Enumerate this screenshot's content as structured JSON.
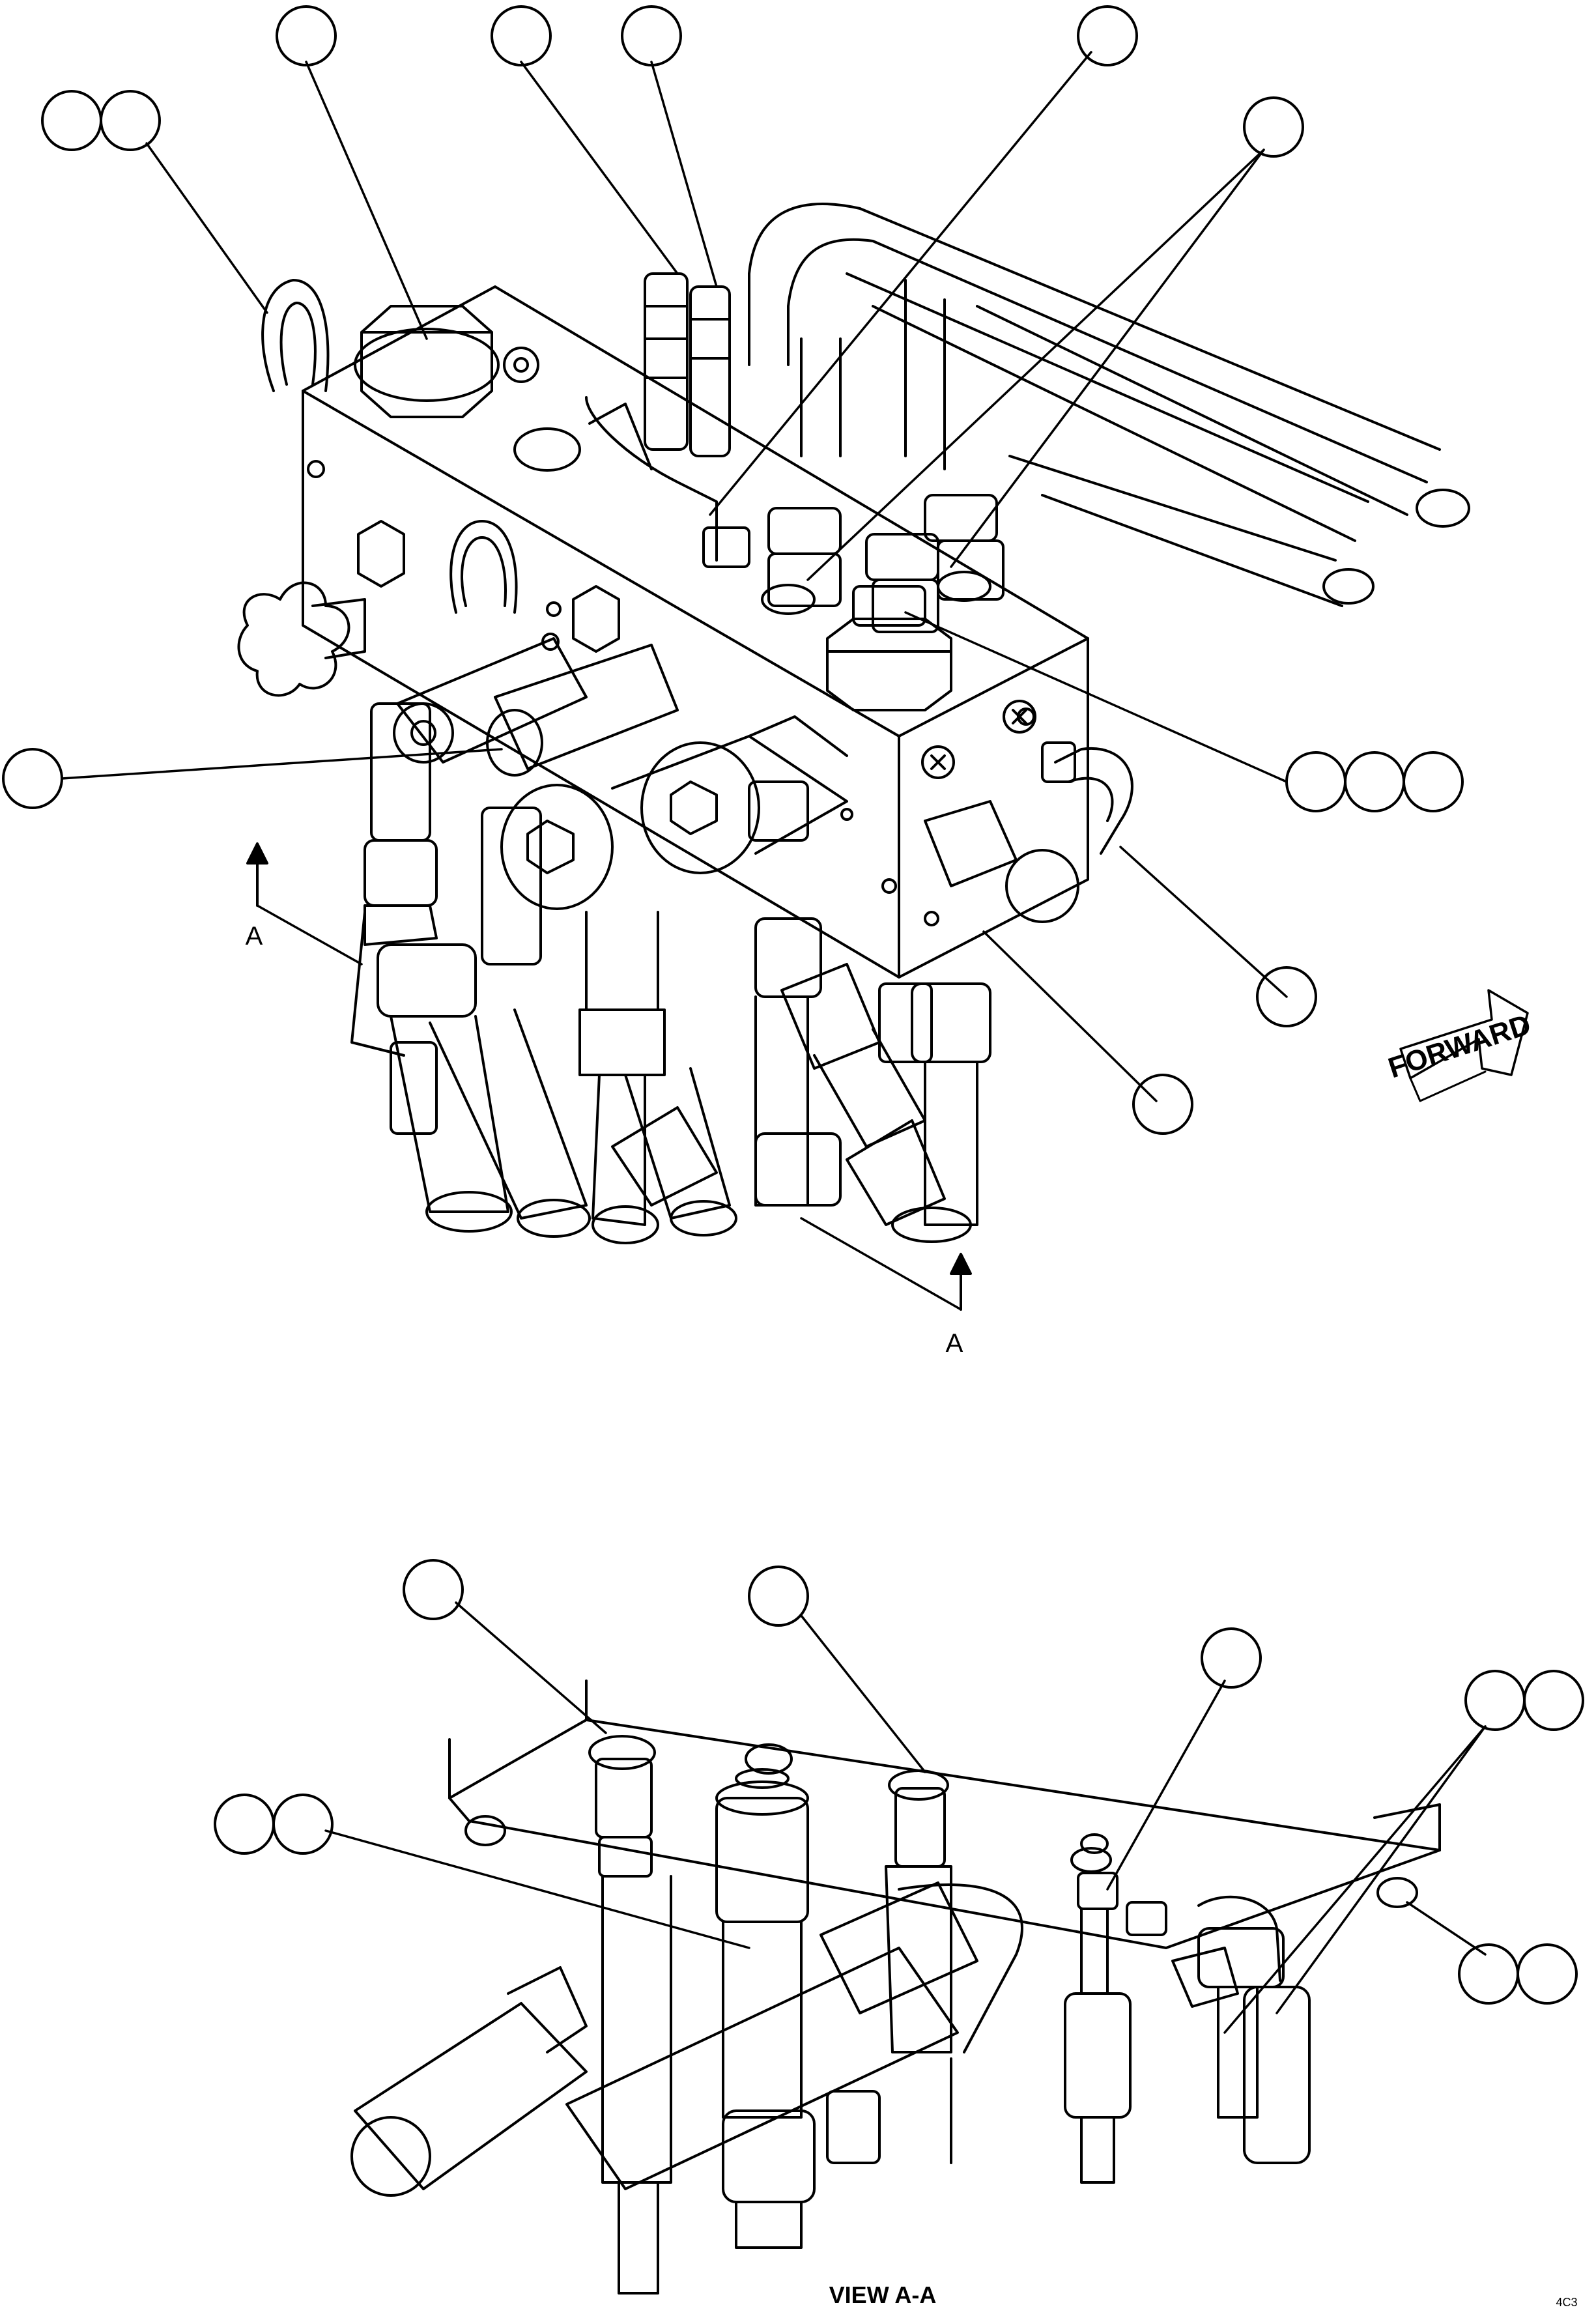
{
  "diagram": {
    "section_marker_left": "A",
    "section_marker_right": "A",
    "forward_sign": "FORWARD",
    "view_caption": "VIEW A-A",
    "drawing_code": "4C3"
  }
}
